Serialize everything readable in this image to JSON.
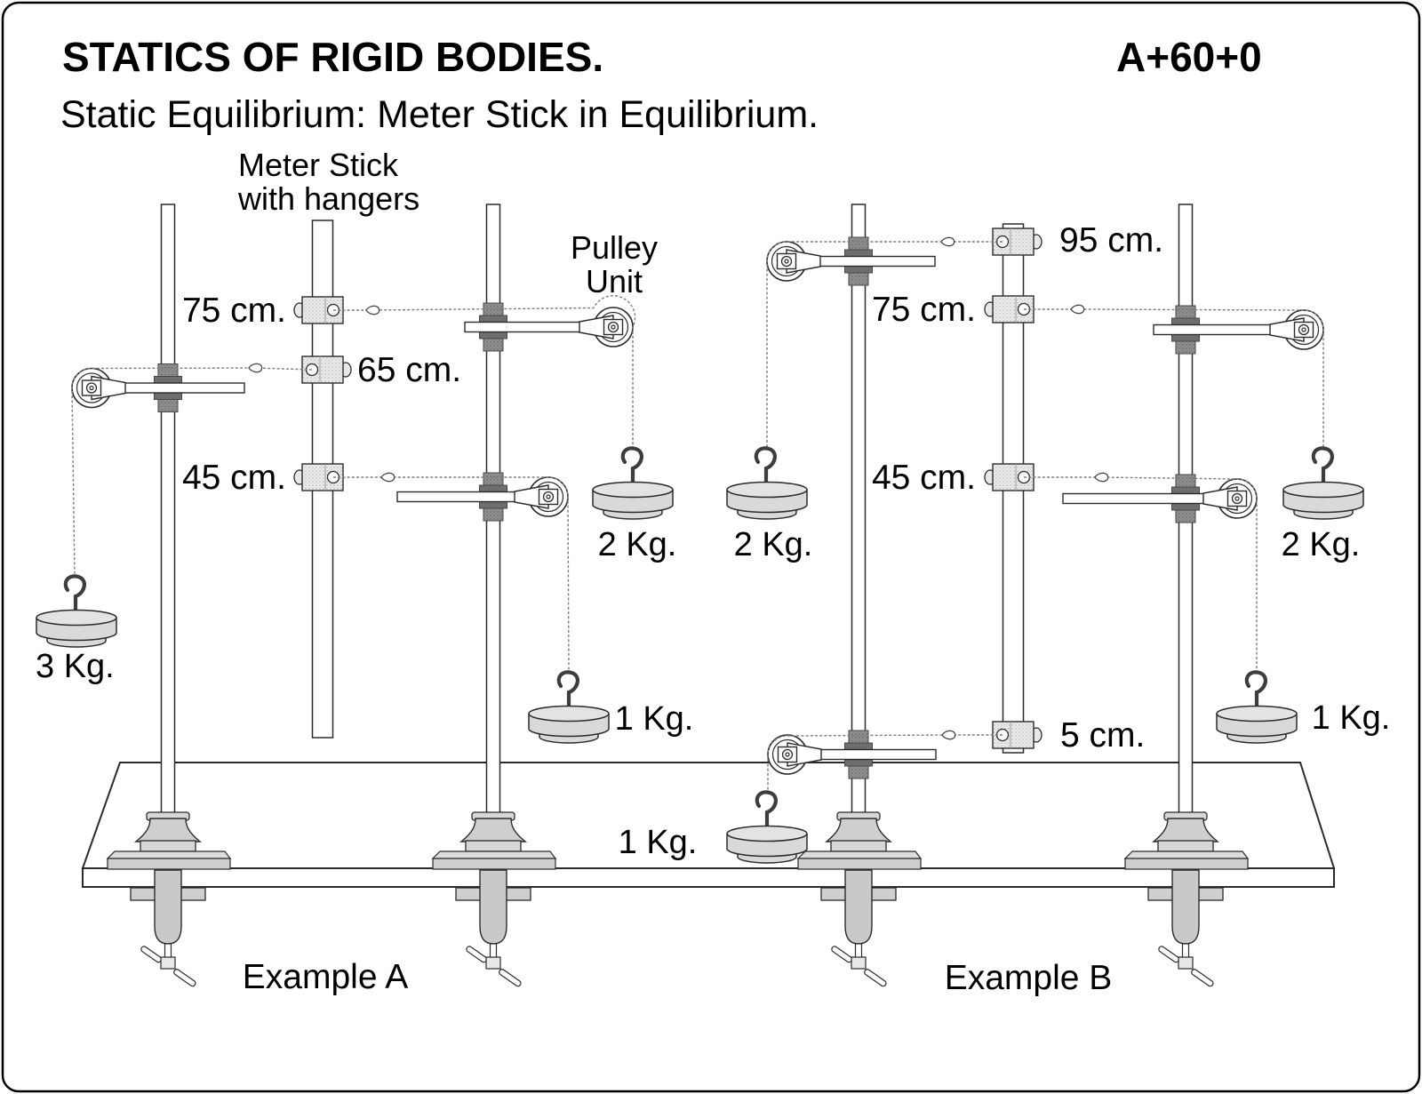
{
  "header": {
    "title": "STATICS OF RIGID BODIES.",
    "code": "A+60+0",
    "subtitle": "Static Equilibrium:  Meter Stick in Equilibrium."
  },
  "annotations": {
    "meter_stick_line1": "Meter Stick",
    "meter_stick_line2": "with hangers",
    "pulley_unit_line1": "Pulley",
    "pulley_unit_line2": "Unit"
  },
  "example_a": {
    "caption": "Example A",
    "mark_75": "75 cm.",
    "mark_65": "65 cm.",
    "mark_45": "45 cm.",
    "weight_3kg": "3 Kg.",
    "weight_2kg": "2 Kg.",
    "weight_1kg": "1 Kg."
  },
  "example_b": {
    "caption": "Example B",
    "mark_95": "95 cm.",
    "mark_75": "75 cm.",
    "mark_45": "45 cm.",
    "mark_5": "5 cm.",
    "weight_2kg_left": "2 Kg.",
    "weight_2kg_right": "2 Kg.",
    "weight_1kg_left": "1 Kg.",
    "weight_1kg_right": "1 Kg."
  },
  "colors": {
    "ink": "#2b2b2b",
    "clamp_gray": "#8f8f8f",
    "base_gray": "#cfcfcf",
    "weight_gray": "#d9d9d9",
    "string_gray": "#7d7d7d"
  }
}
